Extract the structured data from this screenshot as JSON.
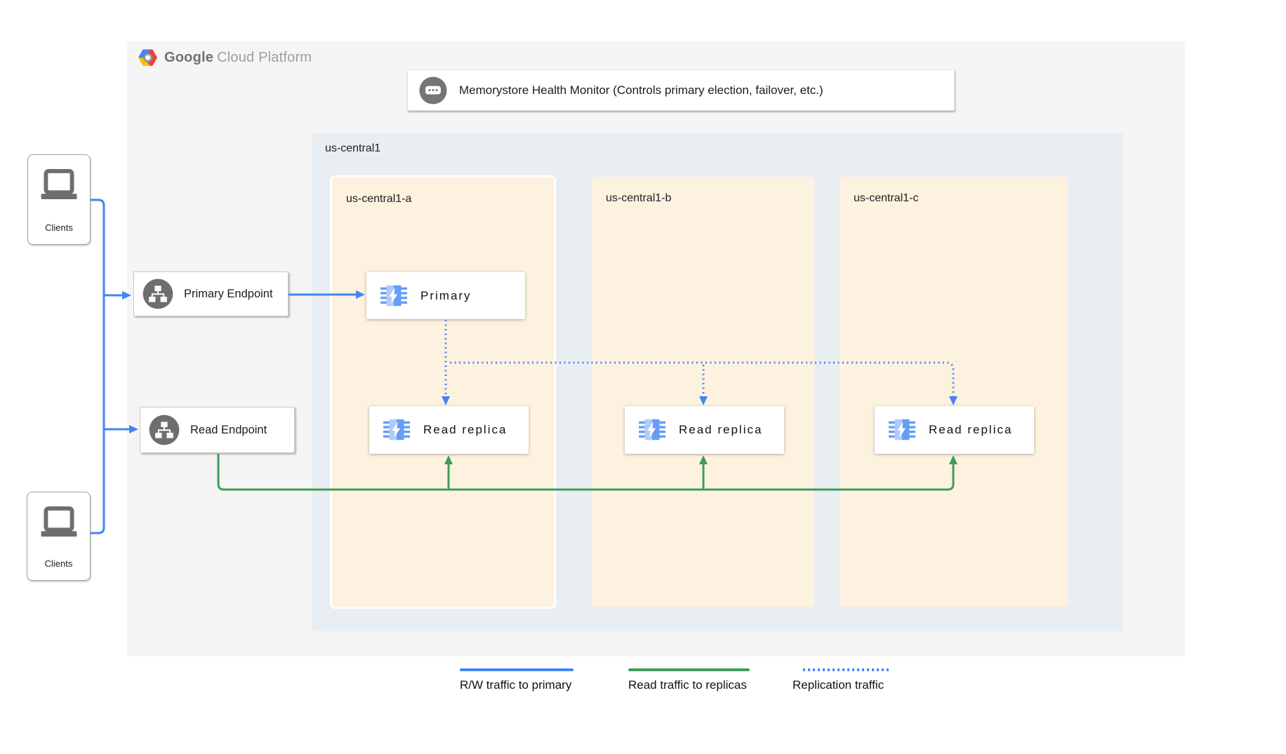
{
  "brand": {
    "bold": "Google",
    "light": "Cloud Platform"
  },
  "health_monitor": {
    "label": "Memorystore Health Monitor (Controls primary election, failover, etc.)"
  },
  "clients_top": {
    "label": "Clients"
  },
  "clients_bottom": {
    "label": "Clients"
  },
  "endpoints": {
    "primary_label": "Primary Endpoint",
    "read_label": "Read Endpoint"
  },
  "region": {
    "label": "us-central1",
    "zones": [
      {
        "label": "us-central1-a"
      },
      {
        "label": "us-central1-b"
      },
      {
        "label": "us-central1-c"
      }
    ]
  },
  "nodes": {
    "primary_label": "Primary",
    "replica_a_label": "Read replica",
    "replica_b_label": "Read replica",
    "replica_c_label": "Read replica"
  },
  "legend": {
    "items": [
      {
        "label": "R/W traffic to primary",
        "style": "solid",
        "color": "#4285f4"
      },
      {
        "label": "Read traffic to replicas",
        "style": "solid",
        "color": "#3f9d58"
      },
      {
        "label": "Replication traffic",
        "style": "dotted",
        "color": "#4285f4"
      }
    ]
  },
  "colors": {
    "rw_traffic": "#4285f4",
    "read_traffic": "#3f9d58",
    "replication_traffic": "#4285f4",
    "zone_fill": "#fdf1df",
    "region_fill": "#e9eef3",
    "panel_fill": "#f5f5f6"
  }
}
